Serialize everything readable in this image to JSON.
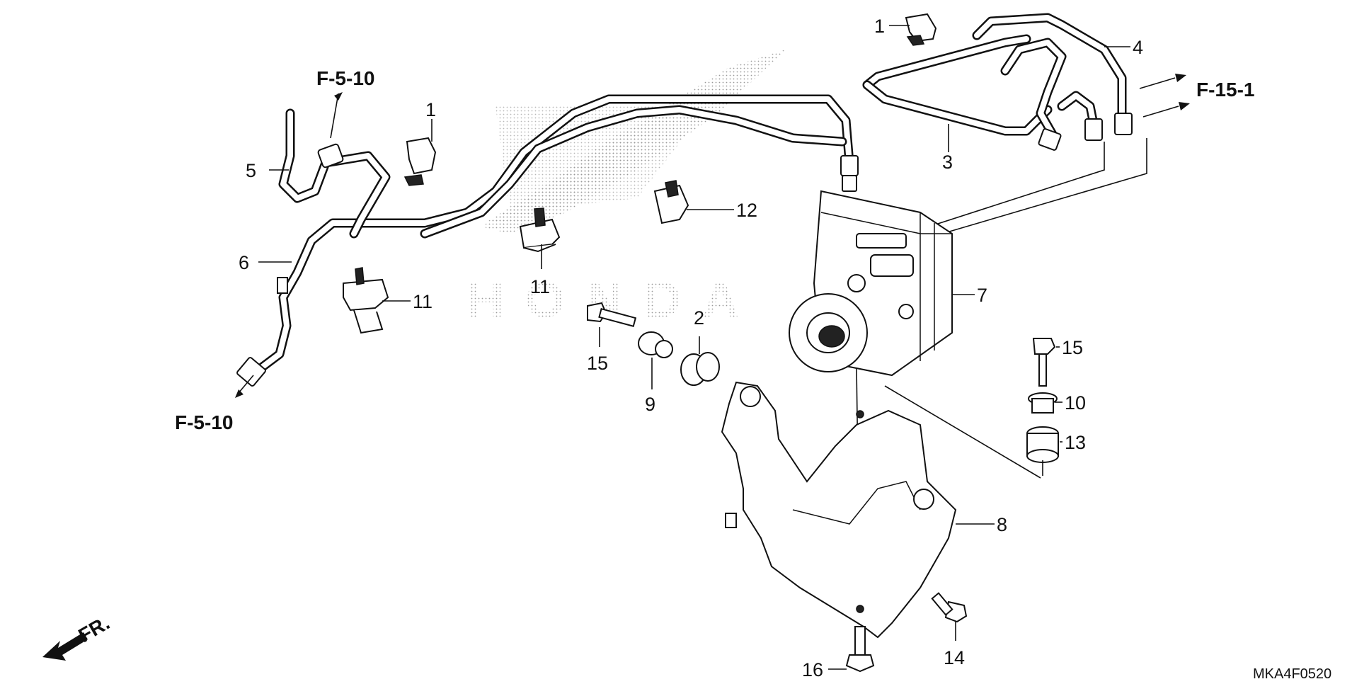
{
  "diagram": {
    "code": "MKA4F0520",
    "front_label": "FR.",
    "refs": {
      "top_left": "F-5-10",
      "bottom_left": "F-5-10",
      "right": "F-15-1"
    },
    "watermark_text": "HONDA",
    "callouts": {
      "c1_top": "1",
      "c1_left": "1",
      "c2": "2",
      "c3": "3",
      "c4": "4",
      "c5": "5",
      "c6": "6",
      "c7": "7",
      "c8": "8",
      "c9": "9",
      "c10": "10",
      "c11_left": "11",
      "c11_mid": "11",
      "c12": "12",
      "c13": "13",
      "c14": "14",
      "c15_mid": "15",
      "c15_right": "15",
      "c16": "16"
    }
  }
}
